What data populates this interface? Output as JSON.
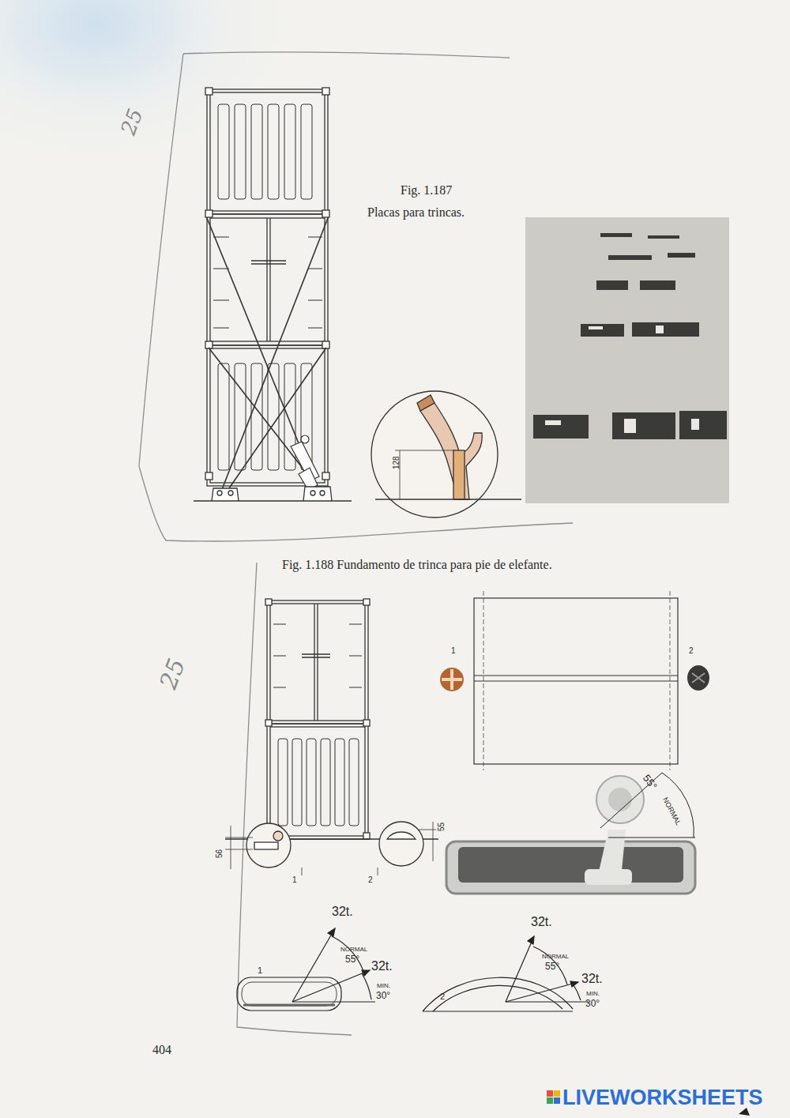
{
  "diagram": {
    "labels": [
      "25",
      "Fig. 1.187",
      "Placas para trincas.",
      "128",
      "Fig. 1.188 Fundamento de trinca para pie de elefante.",
      "25",
      "1",
      "2",
      "55",
      "56",
      "1",
      "2",
      "55°",
      "NORMAL",
      "32t.",
      "NORMAL",
      "55°",
      "32t.",
      "MIN.",
      "30°",
      "1",
      "32t.",
      "NORMAL",
      "55°",
      "32t.",
      "MIN.",
      "30°",
      "2",
      "404",
      "LIVEWORKSHEETS"
    ]
  }
}
